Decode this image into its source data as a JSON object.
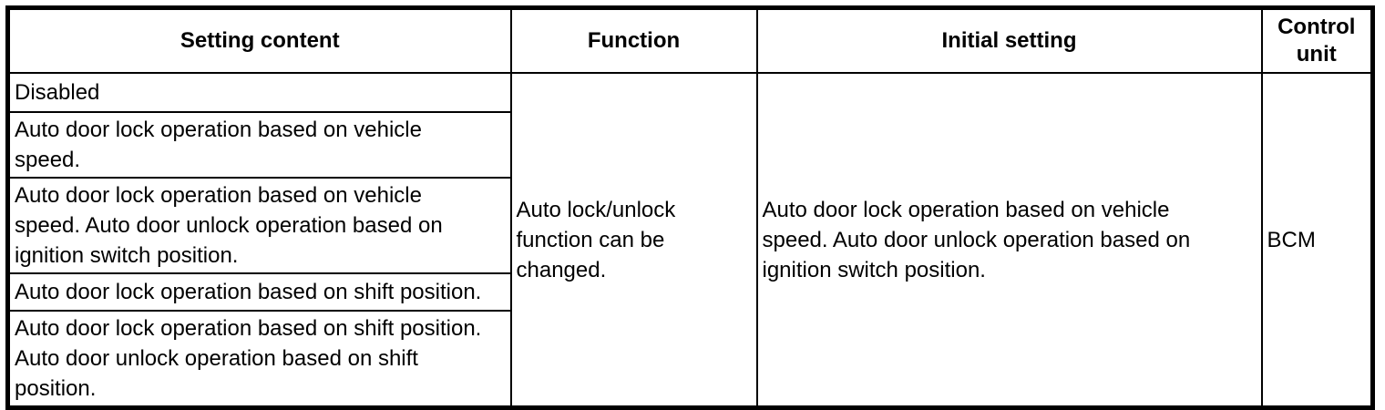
{
  "table": {
    "headers": {
      "setting_content": "Setting content",
      "function": "Function",
      "initial_setting": "Initial setting",
      "control_unit": "Control unit"
    },
    "setting_rows": [
      "Disabled",
      "Auto door lock operation based on vehicle\nspeed.",
      "Auto door lock operation based on vehicle\nspeed. Auto door unlock operation based on\nignition switch position.",
      "Auto door lock operation based on shift position.",
      "Auto door lock operation based on shift position.\nAuto door unlock operation based on shift\nposition."
    ],
    "function_cell": "Auto lock/unlock\nfunction can be\nchanged.",
    "initial_setting_cell": "Auto door lock operation based on vehicle\nspeed. Auto door unlock operation based on\nignition switch position.",
    "control_unit_cell": "BCM"
  },
  "colors": {
    "border": "#000000",
    "background": "#ffffff",
    "text": "#000000"
  }
}
